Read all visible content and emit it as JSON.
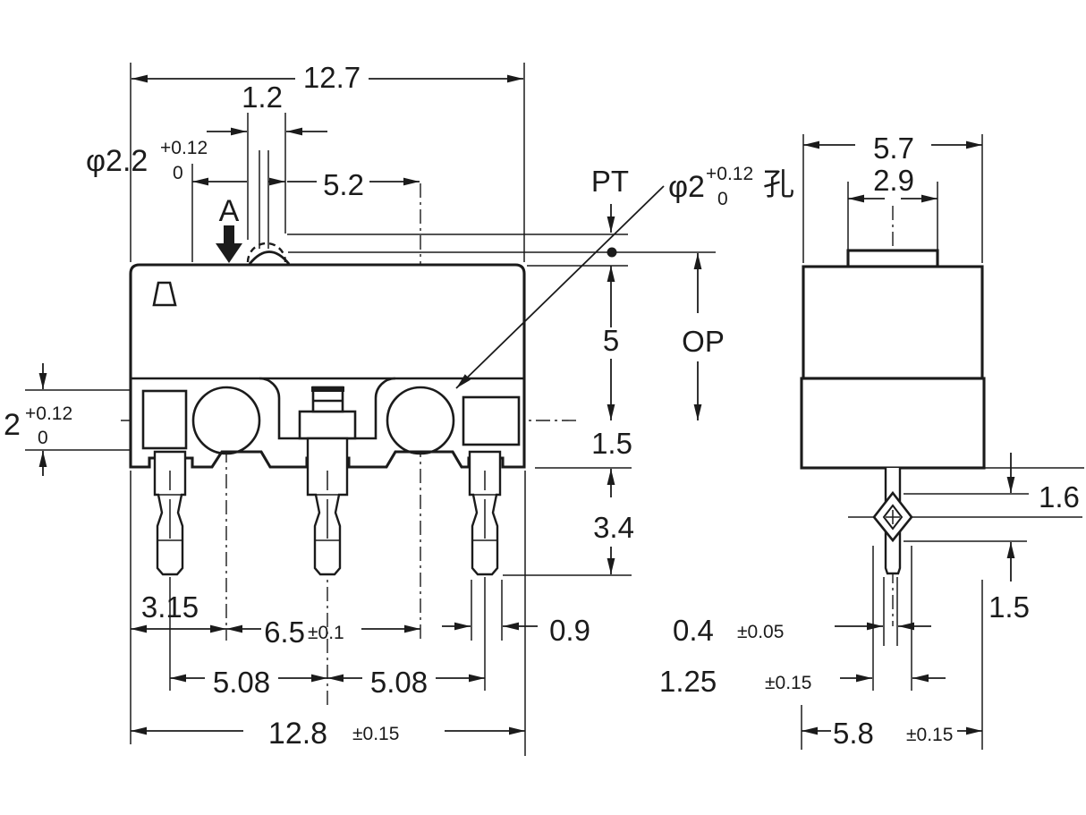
{
  "drawing_type": "micro-switch dimension drawing",
  "front": {
    "width_top": "12.7",
    "plunger_width": "1.2",
    "plunger_dia_main": "φ2.2",
    "plunger_dia_tol_up": "+0.12",
    "plunger_dia_tol_dn": "0",
    "dist_5_2": "5.2",
    "label_a": "A",
    "label_pt": "PT",
    "hole_dia_main": "φ2",
    "hole_dia_tol_up": "+0.12",
    "hole_dia_tol_dn": "0",
    "hole_dia_suffix": "孔",
    "dist_5": "5",
    "label_op": "OP",
    "dist_1_5": "1.5",
    "dist_3_4": "3.4",
    "slot_main": "2",
    "slot_tol_up": "+0.12",
    "slot_tol_dn": "0",
    "dist_3_15": "3.15",
    "dist_6_5_main": "6.5",
    "dist_6_5_tol": "±0.1",
    "pin_width": "0.9",
    "pitch_left": "5.08",
    "pitch_right": "5.08",
    "width_overall_main": "12.8",
    "width_overall_tol": "±0.15"
  },
  "side": {
    "width_top": "5.7",
    "button_width": "2.9",
    "dist_1_6": "1.6",
    "dist_1_5": "1.5",
    "pin_thickness_main": "0.4",
    "pin_thickness_tol": "±0.05",
    "anchor_width_main": "1.25",
    "anchor_width_tol": "±0.15",
    "base_width_main": "5.8",
    "base_width_tol": "±0.15"
  }
}
